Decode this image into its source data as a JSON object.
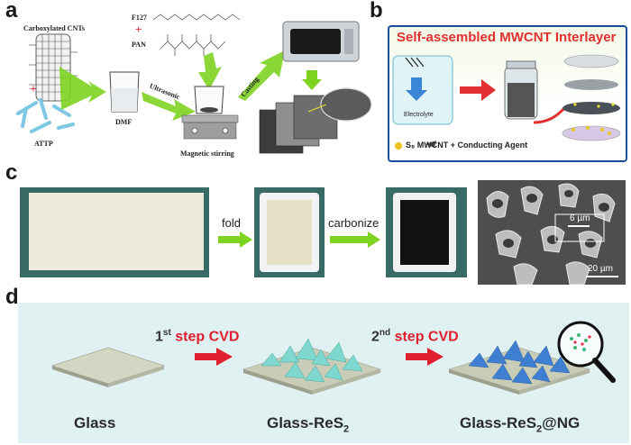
{
  "panels": {
    "a": {
      "letter": "a",
      "carboxylated_cnts": "Carboxylated CNTs",
      "f127": "F127",
      "pan": "PAN",
      "plus": "+",
      "attp": "ATTP",
      "dmf": "DMF",
      "ultrasonic": "Ultrasonic",
      "casting": "Casting",
      "magnetic_stirring": "Magnetic stirring"
    },
    "b": {
      "letter": "b",
      "title": "Self-assembled MWCNT Interlayer",
      "electrolyte": "Electrolyte",
      "legend": "S₈  MWCNT + Conducting Agent"
    },
    "c": {
      "letter": "c",
      "fold": "fold",
      "carbonize": "carbonize",
      "scale_small": "6 µm",
      "scale_large": "20 µm"
    },
    "d": {
      "letter": "d",
      "step1_sup": "st",
      "step1_num": "1",
      "step1_text": " step CVD",
      "step2_num": "2",
      "step2_sup": "nd",
      "step2_text": " step CVD",
      "glass": "Glass",
      "glass_res2": "Glass-ReS",
      "glass_res2_sub": "2",
      "glass_res2_ng_a": "Glass-ReS",
      "glass_res2_ng_sub": "2",
      "glass_res2_ng_b": "@NG"
    }
  },
  "colors": {
    "arrow_green": "#7ed321",
    "step_red": "#e02030",
    "b_title": "#e03030",
    "b_border": "#1b4f9c",
    "d_bg": "#dff1f1"
  }
}
